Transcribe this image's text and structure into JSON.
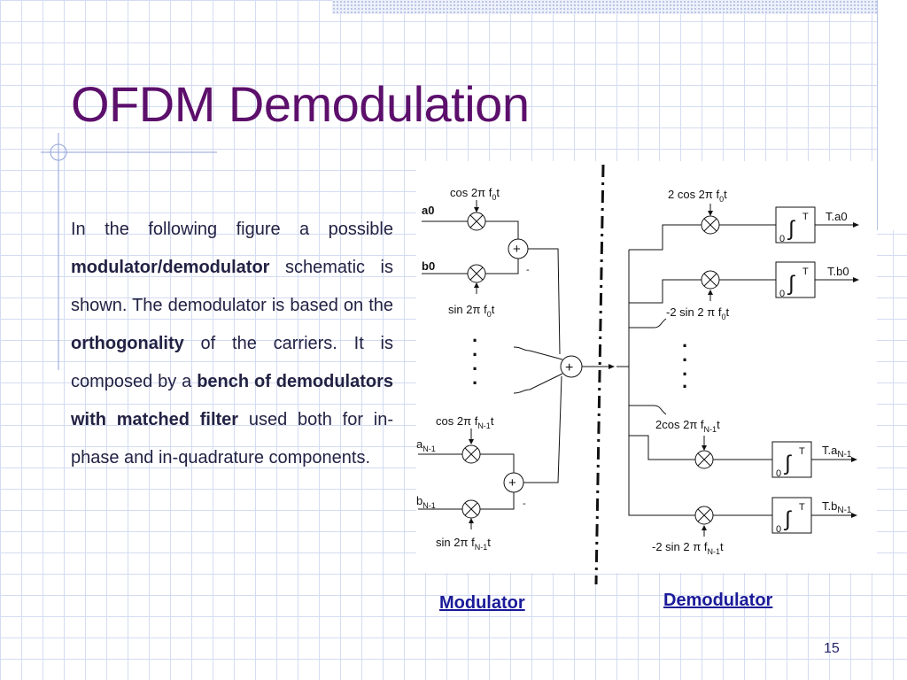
{
  "slide": {
    "title": "OFDM Demodulation",
    "page_number": "15"
  },
  "body": {
    "t1": "In the following figure a possible ",
    "b1": "modulator/demodulator",
    "t2": " schematic is shown. The demodulator is based on the ",
    "b2": "orthogonality",
    "t3": " of the carriers. It is composed by a ",
    "b3": "bench of demodulators with matched filter",
    "t4": " used both for in-phase and in-quadrature components."
  },
  "captions": {
    "modulator": "Modulator",
    "demodulator": "Demodulator"
  },
  "diagram": {
    "mod": {
      "in_a0": "a0",
      "in_b0": "b0",
      "in_aN": "a",
      "in_bN": "b",
      "sub_N1": "N-1",
      "cos_top": "cos 2",
      "sin_top": "sin 2",
      "cos_bot": "cos 2",
      "sin_bot": "sin 2",
      "pi": "π",
      "f": "f",
      "sub0": "0",
      "t": "t",
      "minus": "-",
      "plus": "+"
    },
    "demod": {
      "cos0": "2 cos 2",
      "sin0": "-2 sin 2",
      "cosN": "2cos 2",
      "sinN": "-2 sin 2",
      "pi": "π",
      "f": "f",
      "sub0": "0",
      "subN1": "N-1",
      "t": "t",
      "out_a0": "T.a0",
      "out_b0": "T.b0",
      "out_aN": "T.a",
      "out_bN": "T.b",
      "out_sub": "N-1",
      "int_T": "T",
      "int_0": "0",
      "int_sym": "∫"
    },
    "dots": "·"
  }
}
